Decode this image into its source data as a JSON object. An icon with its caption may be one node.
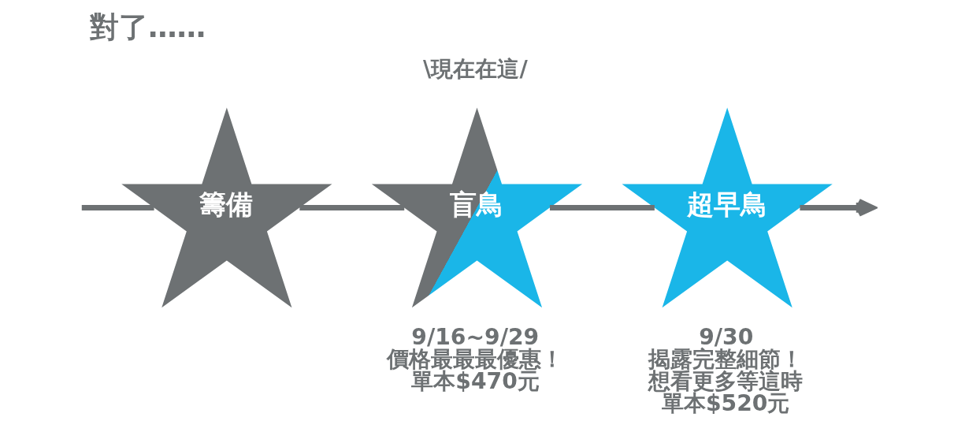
{
  "diagram": {
    "title": "對了……",
    "nodes": [
      {
        "text": [
          "籌備"
        ]
      },
      {
        "text": [
          "盲鳥"
        ],
        "beside": [
          "9/16~9/29",
          "價格最最最優惠！",
          "單本$470元"
        ]
      },
      {
        "text": [
          "超早鳥"
        ],
        "beside": [
          "9/30",
          "揭露完整細節！",
          "想看更多等這時",
          "單本$520元"
        ]
      }
    ],
    "edges": [
      {
        "from": null,
        "to": 0,
        "arrow": "none"
      },
      {
        "from": 0,
        "to": 1,
        "arrow": "none"
      },
      {
        "from": 1,
        "to": 2,
        "arrow": "none"
      },
      {
        "from": 2,
        "to": null,
        "arrow": "to"
      }
    ],
    "labels": [
      "\\現在在這/"
    ]
  }
}
